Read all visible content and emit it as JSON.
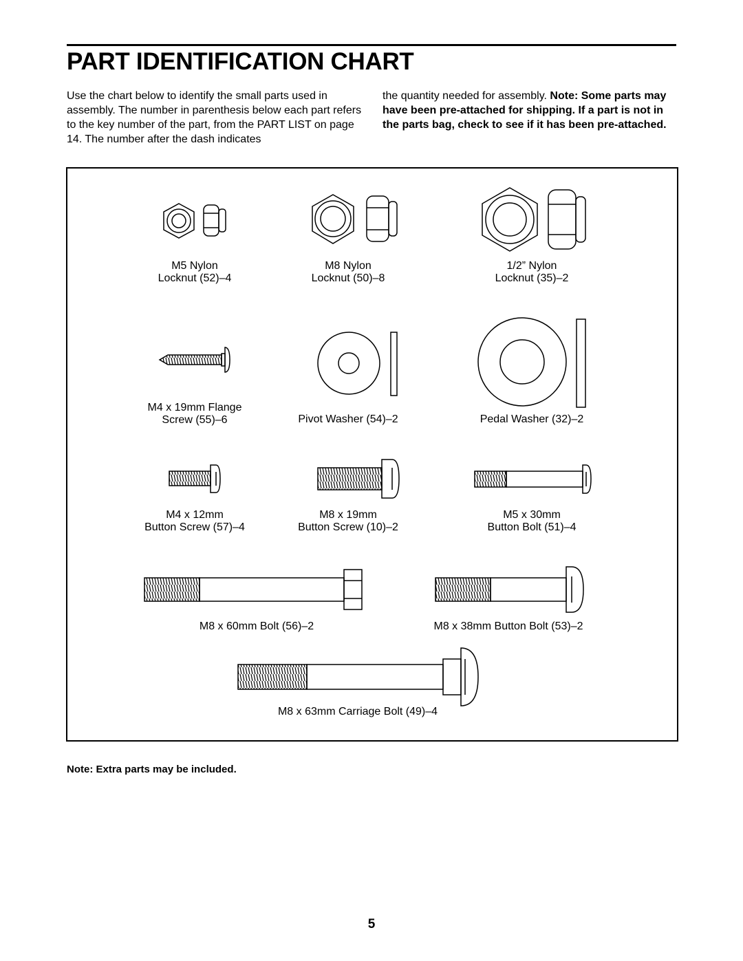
{
  "header": {
    "title": "PART IDENTIFICATION CHART"
  },
  "intro": {
    "left": "Use the chart below to identify the small parts used in assembly. The number in parenthesis below each part refers to the key number of the part, from the PART LIST on page 14. The number after the dash indicates",
    "right_plain": "the quantity needed for assembly. ",
    "right_bold": "Note: Some parts may have been pre-attached for shipping. If a part is not in the parts bag, check to see if it has been pre-attached."
  },
  "parts": [
    {
      "line1": "M5 Nylon",
      "line2": "Locknut (52)–4",
      "icon": "m5-nylon-locknut-icon"
    },
    {
      "line1": "M8 Nylon",
      "line2": "Locknut (50)–8",
      "icon": "m8-nylon-locknut-icon"
    },
    {
      "line1": "1/2” Nylon",
      "line2": "Locknut (35)–2",
      "icon": "half-inch-nylon-locknut-icon"
    },
    {
      "line1": "M4 x 19mm Flange",
      "line2": "Screw (55)–6",
      "icon": "flange-screw-icon"
    },
    {
      "line1": "",
      "line2": "Pivot Washer (54)–2",
      "icon": "pivot-washer-icon"
    },
    {
      "line1": "",
      "line2": "Pedal Washer (32)–2",
      "icon": "pedal-washer-icon"
    },
    {
      "line1": "M4 x 12mm",
      "line2": "Button Screw (57)–4",
      "icon": "m4-button-screw-icon"
    },
    {
      "line1": "M8 x 19mm",
      "line2": "Button Screw (10)–2",
      "icon": "m8-button-screw-icon"
    },
    {
      "line1": "M5 x 30mm",
      "line2": "Button Bolt (51)–4",
      "icon": "m5-button-bolt-icon"
    },
    {
      "line1": "",
      "line2": "M8 x 60mm Bolt (56)–2",
      "icon": "m8-60mm-bolt-icon"
    },
    {
      "line1": "",
      "line2": "M8 x 38mm Button Bolt (53)–2",
      "icon": "m8-38mm-button-bolt-icon"
    },
    {
      "line1": "",
      "line2": "M8 x 63mm Carriage Bolt (49)–4",
      "icon": "carriage-bolt-icon"
    }
  ],
  "footer": {
    "note": "Note: Extra parts may be included.",
    "page_number": "5"
  }
}
